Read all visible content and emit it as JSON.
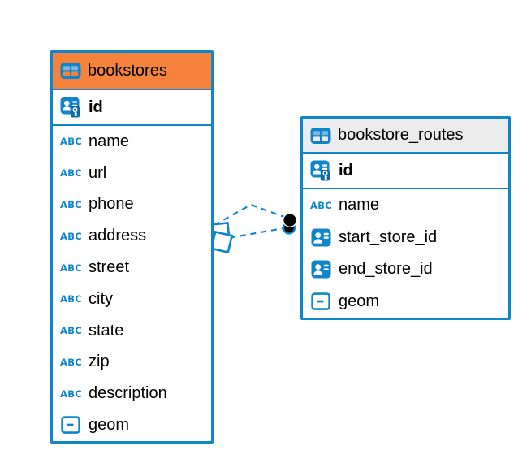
{
  "diagram": {
    "type": "entity-relationship-diagram",
    "background": "#ffffff"
  },
  "colors": {
    "accent": "#0f86cb",
    "table_border": "#0f86cb",
    "connector": "#0f86cb",
    "text": "#000000",
    "icon_cell_light": "#7eb8e0",
    "key_badge": "#0e6da6",
    "dot": "#000000",
    "bookstores_header": "#f6823c",
    "bookstore_routes_header": "#ececec"
  },
  "tables": [
    {
      "name": "bookstores",
      "header_icon": "table-icon",
      "header_color": "#f6823c",
      "columns": [
        {
          "name": "id",
          "icon": "primary-key-icon",
          "key": "primary"
        },
        {
          "name": "name",
          "icon": "text-icon"
        },
        {
          "name": "url",
          "icon": "text-icon"
        },
        {
          "name": "phone",
          "icon": "text-icon"
        },
        {
          "name": "address",
          "icon": "text-icon"
        },
        {
          "name": "street",
          "icon": "text-icon"
        },
        {
          "name": "city",
          "icon": "text-icon"
        },
        {
          "name": "state",
          "icon": "text-icon"
        },
        {
          "name": "zip",
          "icon": "text-icon"
        },
        {
          "name": "description",
          "icon": "text-icon"
        },
        {
          "name": "geom",
          "icon": "geometry-icon"
        }
      ]
    },
    {
      "name": "bookstore_routes",
      "header_icon": "table-icon",
      "header_color": "#ececec",
      "columns": [
        {
          "name": "id",
          "icon": "primary-key-icon",
          "key": "primary"
        },
        {
          "name": "name",
          "icon": "text-icon"
        },
        {
          "name": "start_store_id",
          "icon": "foreign-key-icon"
        },
        {
          "name": "end_store_id",
          "icon": "foreign-key-icon"
        },
        {
          "name": "geom",
          "icon": "geometry-icon"
        }
      ]
    }
  ],
  "connector": {
    "style": "dashed",
    "line_count": 2,
    "between": [
      "bookstores",
      "bookstore_routes"
    ],
    "left_marker": "overlapping-squares-marker",
    "right_marker": "filled-dot-marker"
  }
}
